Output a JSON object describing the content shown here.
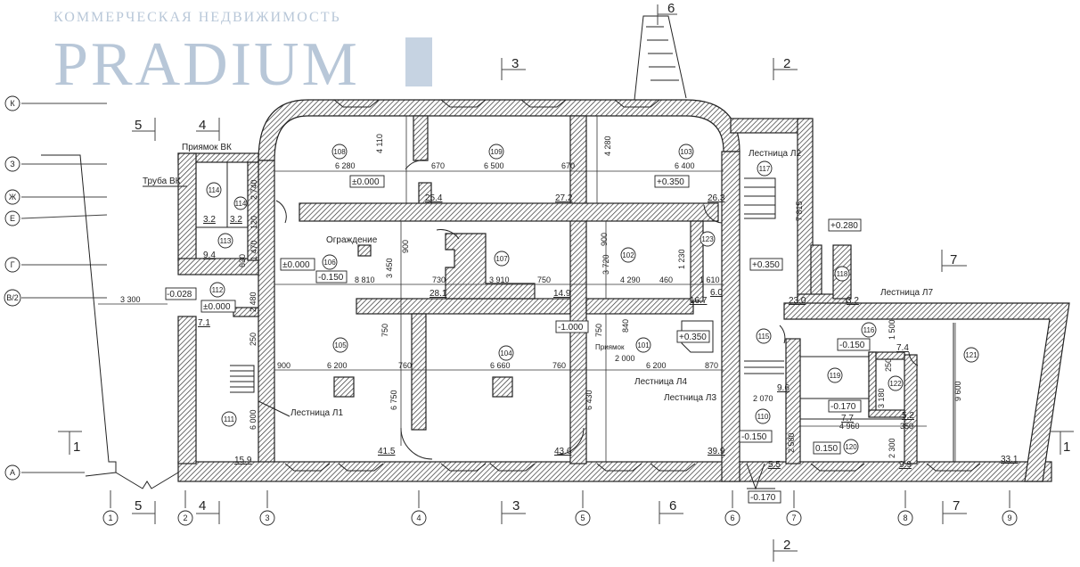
{
  "watermark": {
    "brand": "PRADIUM",
    "tagline": "КОММЕРЧЕСКАЯ НЕДВИЖИМОСТЬ"
  },
  "rooms": [
    "108",
    "109",
    "103",
    "117",
    "106",
    "107",
    "102",
    "123",
    "118",
    "112",
    "113",
    "114",
    "114",
    "105",
    "104",
    "101",
    "115",
    "116",
    "119",
    "122",
    "121",
    "111",
    "110",
    "120"
  ],
  "areas": [
    "25.4",
    "27.2",
    "26.3",
    "28.1",
    "14.9",
    "16.7",
    "6.0",
    "41.5",
    "43.6",
    "39.9",
    "23.0",
    "3.2",
    "15.9",
    "7.1",
    "9.4",
    "3.2",
    "3.2",
    "9.6",
    "7.4",
    "5.2",
    "7.7",
    "9.9",
    "33.1",
    "5.5"
  ],
  "elevations": [
    "±0.000",
    "+0.350",
    "±0.000",
    "-0.150",
    "-0.028",
    "±0.000",
    "-1.000",
    "+0.350",
    "+0.350",
    "+0.280",
    "-0.150",
    "-0.170",
    "0.150",
    "-0.150",
    "-0.170"
  ],
  "dimensions_h": [
    "6 280",
    "670",
    "6 500",
    "670",
    "6 400",
    "8 810",
    "730",
    "3 910",
    "750",
    "4 290",
    "460",
    "1 610",
    "900",
    "6 200",
    "760",
    "6 660",
    "760",
    "6 200",
    "870",
    "2 000",
    "3 300",
    "2 070",
    "4 960",
    "350"
  ],
  "dimensions_v": [
    "4 110",
    "4 280",
    "900",
    "3 450",
    "900",
    "3 720",
    "1 230",
    "750",
    "6 750",
    "6 430",
    "750",
    "840",
    "7 815",
    "1 500",
    "250",
    "3 180",
    "2 580",
    "2 300",
    "9 600",
    "250",
    "2 480",
    "6 000",
    "630",
    "1 470",
    "120",
    "2 740"
  ],
  "labels": {
    "pit_vk": "Приямок ВК",
    "pipe_vk": "Труба ВК",
    "fence": "Ограждение",
    "stair_l2": "Лестница Л2",
    "stair_l7": "Лестница Л7",
    "stair_l1": "Лестница Л1",
    "stair_l4": "Лестница Л4",
    "stair_l3": "Лестница Л3",
    "pit": "Приямок"
  },
  "axes_letters": [
    "К",
    "З",
    "Ж",
    "Е",
    "Г",
    "В/2",
    "А"
  ],
  "axes_numbers": [
    "1",
    "2",
    "3",
    "4",
    "5",
    "6",
    "7",
    "8",
    "9"
  ],
  "sections": [
    "6",
    "3",
    "2",
    "5",
    "4",
    "1",
    "7",
    "1",
    "5",
    "4",
    "3",
    "6",
    "7",
    "2"
  ]
}
